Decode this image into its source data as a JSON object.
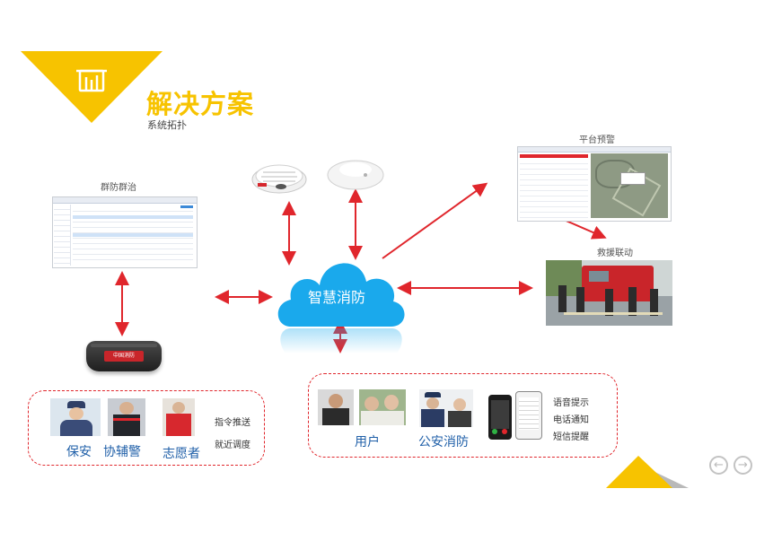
{
  "header": {
    "title": "解决方案",
    "subtitle": "系统拓扑"
  },
  "center": {
    "label": "智慧消防"
  },
  "labels": {
    "group_defense": "群防群治",
    "platform_alert": "平台预警",
    "rescue": "救援联动"
  },
  "device": {
    "brand_text": "中国消防"
  },
  "left_panel": {
    "persons": [
      "保安",
      "协辅警",
      "志愿者"
    ],
    "actions": [
      "指令推送",
      "就近调度"
    ]
  },
  "right_panel": {
    "persons": [
      "用户",
      "公安消防"
    ],
    "actions": [
      "语音提示",
      "电话通知",
      "短信提醒"
    ]
  },
  "colors": {
    "accent": "#f7c300",
    "cloud": "#1aa9ec",
    "arrow": "#e0262c",
    "dash": "#e0262c"
  },
  "nav": {
    "prev": "←",
    "next": "→"
  }
}
